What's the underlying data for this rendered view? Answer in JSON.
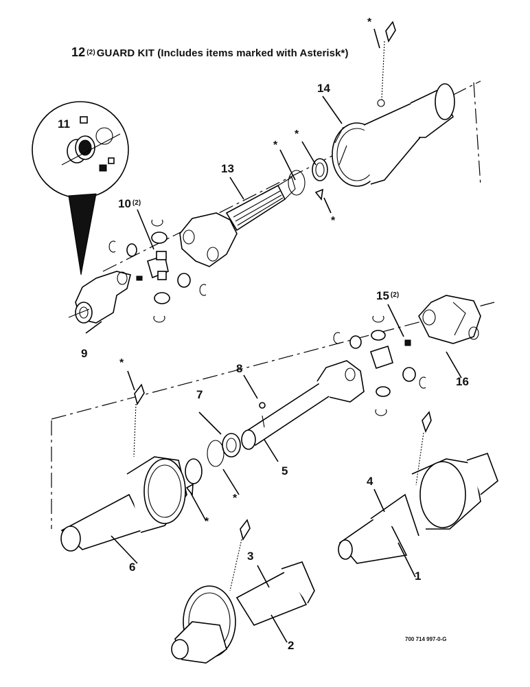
{
  "title": {
    "number": "12",
    "qty": "(2)",
    "text": "GUARD KIT (Includes items marked with Asterisk*)"
  },
  "callouts": {
    "c1": "1",
    "c2": "2",
    "c3": "3",
    "c4": "4",
    "c5": "5",
    "c6": "6",
    "c7": "7",
    "c8": "8",
    "c9": "9",
    "c10": "10",
    "c10_qty": "(2)",
    "c11": "11",
    "c13": "13",
    "c14": "14",
    "c15": "15",
    "c15_qty": "(2)",
    "c16": "16"
  },
  "asterisk": "*",
  "footer_code": "700 714 997-0-G"
}
